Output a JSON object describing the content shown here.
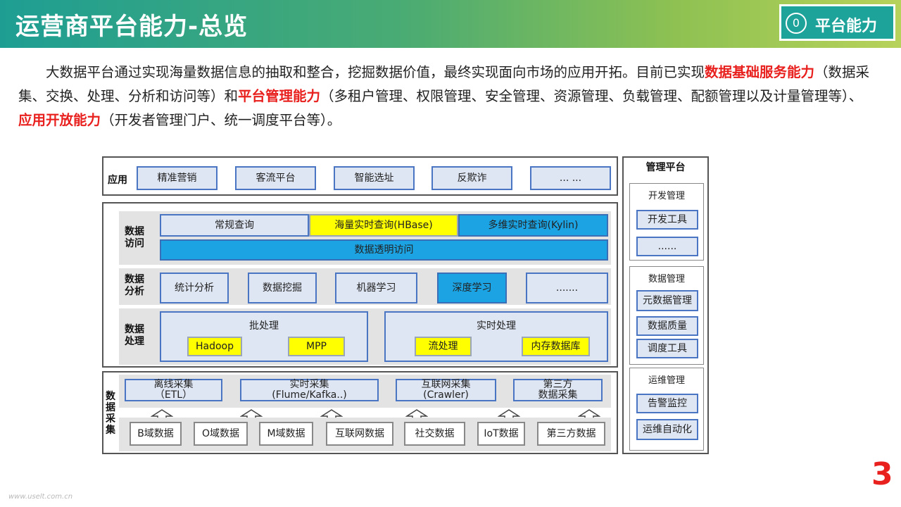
{
  "header": {
    "title": "运营商平台能力-总览",
    "badge_number": "0",
    "badge_label": "平台能力"
  },
  "intro": {
    "part1": "大数据平台通过实现海量数据信息的抽取和整合，挖掘数据价值，最终实现面向市场的应用开拓。目前已实现",
    "hl1": "数据基础服务能力",
    "part2": "（数据采集、交换、处理、分析和访问等）和",
    "hl2": "平台管理能力",
    "part3": "（多租户管理、权限管理、安全管理、资源管理、负载管理、配额管理以及计量管理等）、",
    "hl3": "应用开放能力",
    "part4": "（开发者管理门户、统一调度平台等）。"
  },
  "app_layer": {
    "label": "应用",
    "items": [
      "精准营销",
      "客流平台",
      "智能选址",
      "反欺诈",
      "... ..."
    ]
  },
  "access_layer": {
    "label": "数据\n访问",
    "query_normal": "常规查询",
    "query_hbase": "海量实时查询(HBase)",
    "query_kylin": "多维实时查询(Kylin)",
    "transparent": "数据透明访问"
  },
  "analysis_layer": {
    "label": "数据\n分析",
    "items": [
      "统计分析",
      "数据挖掘",
      "机器学习",
      "深度学习",
      "......."
    ]
  },
  "processing_layer": {
    "label": "数据\n处理",
    "batch_title": "批处理",
    "batch_items": [
      "Hadoop",
      "MPP"
    ],
    "realtime_title": "实时处理",
    "realtime_items": [
      "流处理",
      "内存数据库"
    ]
  },
  "collection_layer": {
    "label": "数\n据\n采\n集",
    "methods": [
      "离线采集\n（ETL）",
      "实时采集\n(Flume/Kafka..)",
      "互联网采集\n(Crawler)",
      "第三方\n数据采集"
    ],
    "sources": [
      "B域数据",
      "O域数据",
      "M域数据",
      "互联网数据",
      "社交数据",
      "IoT数据",
      "第三方数据"
    ]
  },
  "management": {
    "title": "管理平台",
    "dev_title": "开发管理",
    "dev_items": [
      "开发工具",
      "......"
    ],
    "data_title": "数据管理",
    "data_items": [
      "元数据管理",
      "数据质量",
      "调度工具"
    ],
    "ops_title": "运维管理",
    "ops_items": [
      "告警监控",
      "运维自动化"
    ]
  },
  "page_number": "3",
  "watermark": "www.uselt.com.cn",
  "colors": {
    "highlight": "#e8201e",
    "box_fill": "#dfe6f3",
    "box_border": "#4a75c2",
    "accent_blue": "#1ba3e3",
    "accent_yellow": "#ffff00",
    "badge_teal": "#1da39a"
  }
}
